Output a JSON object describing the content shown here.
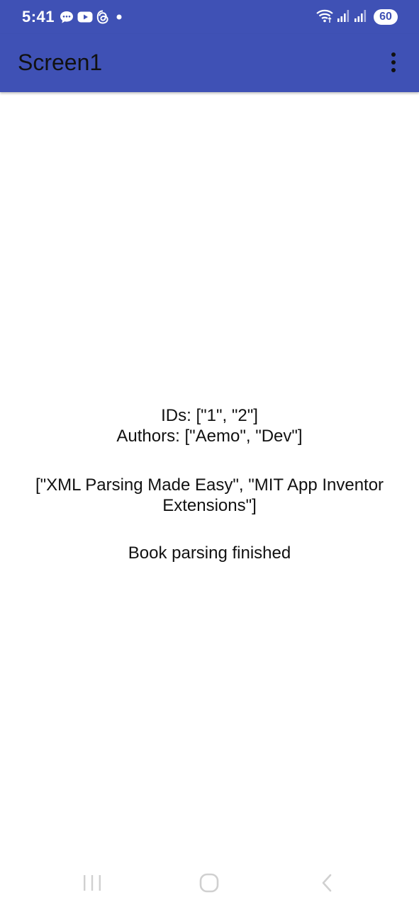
{
  "status_bar": {
    "time": "5:41",
    "battery": "60",
    "left_icons": [
      "chat-bubble-icon",
      "youtube-icon",
      "threads-icon",
      "dot-icon"
    ],
    "right_icons": [
      "wifi-icon",
      "signal-icon",
      "signal-icon"
    ]
  },
  "app_bar": {
    "title": "Screen1",
    "menu_icon": "more-vert-icon"
  },
  "content": {
    "ids_line": "IDs: [\"1\", \"2\"]",
    "authors_line": "Authors: [\"Aemo\", \"Dev\"]",
    "titles_line": "[\"XML Parsing Made Easy\", \"MIT App Inventor Extensions\"]",
    "status_message": "Book parsing finished"
  },
  "nav_bar": {
    "buttons": [
      "recents-icon",
      "home-icon",
      "back-icon"
    ]
  },
  "colors": {
    "primary": "#3f51b5",
    "background": "#ffffff",
    "text": "#111111"
  }
}
